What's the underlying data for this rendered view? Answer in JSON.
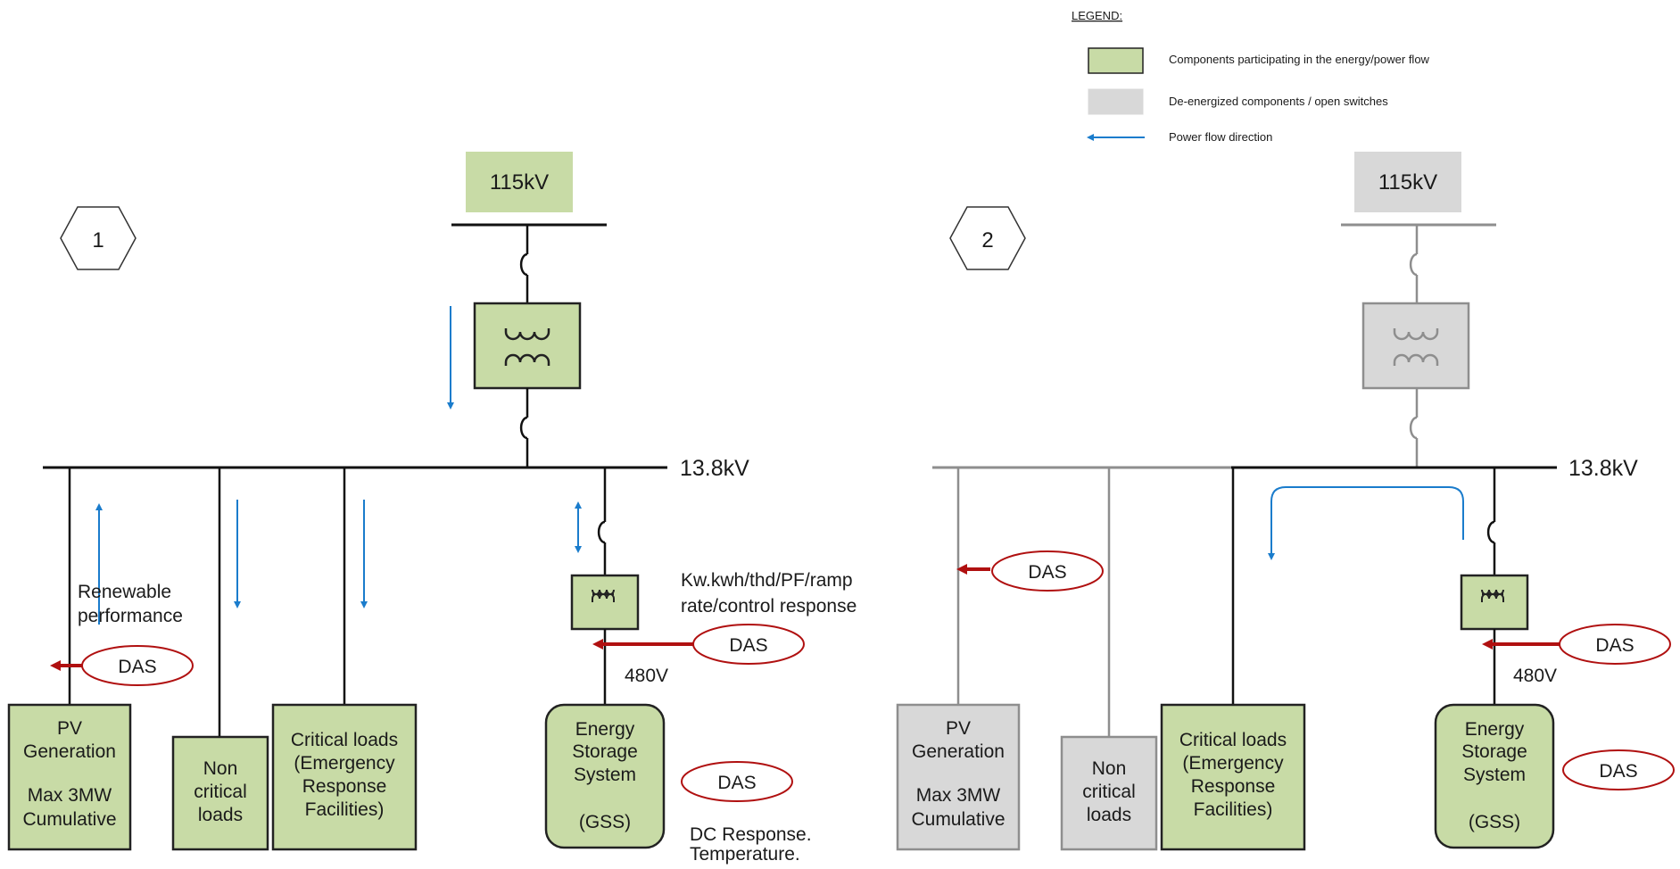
{
  "legend": {
    "title": "LEGEND:",
    "items": [
      {
        "label": "Components participating in the energy/power flow",
        "color": "#c8dba6"
      },
      {
        "label": "De-energized components / open switches",
        "color": "#d8d8d8"
      },
      {
        "label": "Power flow direction",
        "color": "#1a7ccc"
      }
    ]
  },
  "colors": {
    "energized": "#c8dba6",
    "deenergized": "#d8d8d8",
    "flow_arrow": "#1a7ccc",
    "das_arrow": "#b01010",
    "das_outline": "#b01010"
  },
  "scenario1": {
    "number": "1",
    "source_label": "115kV",
    "bus_label": "13.8kV",
    "pv": [
      "PV",
      "Generation",
      "",
      "Max 3MW",
      "Cumulative"
    ],
    "noncritical": [
      "Non",
      "critical",
      "loads"
    ],
    "critical": [
      "Critical loads",
      "(Emergency",
      "Response",
      "Facilities)"
    ],
    "ess": [
      "Energy",
      "Storage",
      "System",
      "",
      "(GSS)"
    ],
    "voltage_480": "480V",
    "das": "DAS",
    "renewable_note": [
      "Renewable",
      "performance"
    ],
    "metrics_note": [
      "Kw.kwh/thd/PF/ramp",
      "rate/control response"
    ],
    "dc_note": [
      "DC Response.",
      "Temperature."
    ]
  },
  "scenario2": {
    "number": "2",
    "source_label": "115kV",
    "bus_label": "13.8kV",
    "pv": [
      "PV",
      "Generation",
      "",
      "Max 3MW",
      "Cumulative"
    ],
    "noncritical": [
      "Non",
      "critical",
      "loads"
    ],
    "critical": [
      "Critical loads",
      "(Emergency",
      "Response",
      "Facilities)"
    ],
    "ess": [
      "Energy",
      "Storage",
      "System",
      "",
      "(GSS)"
    ],
    "voltage_480": "480V",
    "das": "DAS"
  }
}
